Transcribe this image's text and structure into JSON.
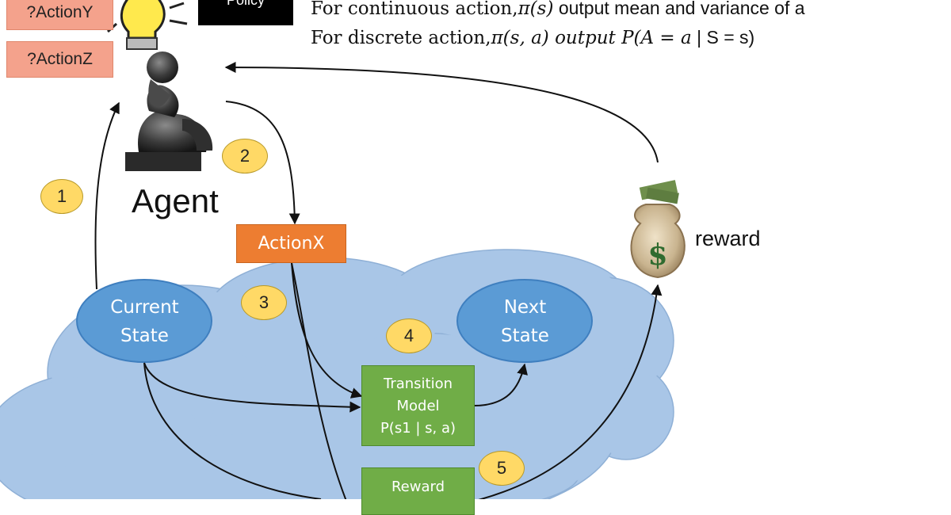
{
  "action_chips": [
    "?ActionY",
    "?ActionZ"
  ],
  "policy_label": "Policy",
  "formula": {
    "line1_prefix": "For continuous action,",
    "line1_symbol": "π(s)",
    "line1_suffix": " output mean and variance of a",
    "line2_prefix": "For discrete action,",
    "line2_symbol": "π(s, a) output P(A = a",
    "line2_suffix": " | S = s)"
  },
  "agent_label": "Agent",
  "reward_label": "reward",
  "action_box_label": "ActionX",
  "current_state": {
    "line1": "Current",
    "line2": "State"
  },
  "next_state": {
    "line1": "Next",
    "line2": "State"
  },
  "transition_model": {
    "line1": "Transition",
    "line2": "Model",
    "line3": "P(s1 | s, a)"
  },
  "reward_model": {
    "line1": "Reward"
  },
  "steps": [
    "1",
    "2",
    "3",
    "4",
    "5"
  ],
  "colors": {
    "cloud": "#a9c6e7",
    "state_ellipse": "#5b9bd5",
    "action_orange": "#ed7d31",
    "model_green": "#70ad47",
    "step_badge": "#ffd966",
    "action_chip": "#f4a28c"
  },
  "icons": [
    "thinker-statue-icon",
    "lightbulb-icon",
    "money-bag-icon"
  ]
}
